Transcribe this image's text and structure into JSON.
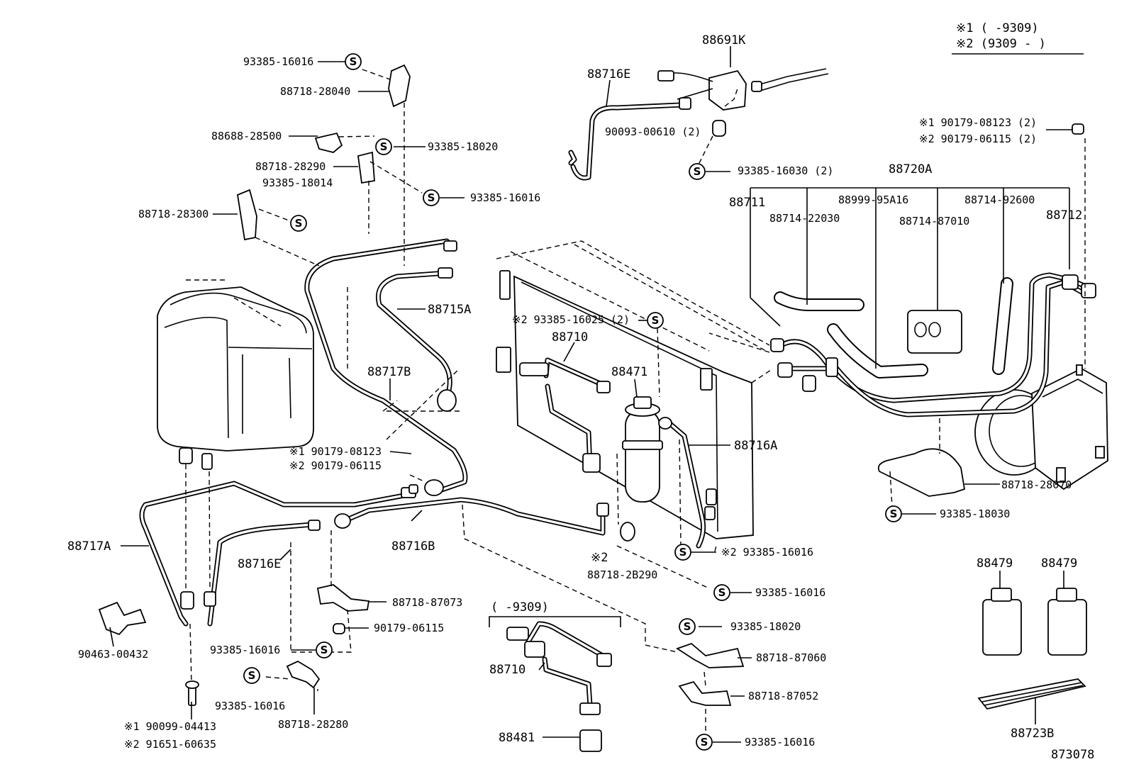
{
  "legend": {
    "line1": "※1 (      -9309)",
    "line2": "※2 (9309 -      )"
  },
  "seal_symbol": "S",
  "labels": {
    "p93385_16016_a": "93385-16016",
    "p88718_28040": "88718-28040",
    "p88688_28500": "88688-28500",
    "p93385_18020_a": "93385-18020",
    "p88718_28290": "88718-28290",
    "p93385_18014": "93385-18014",
    "p93385_16016_b": "93385-16016",
    "p88718_28300": "88718-28300",
    "p88715A": "88715A",
    "p88717B": "88717B",
    "p90179_08123_m1": "※1  90179-08123",
    "p90179_06115_m2": "※2  90179-06115",
    "p88717A": "88717A",
    "p88716E_bottom": "88716E",
    "p88716B": "88716B",
    "p90463_00432": "90463-00432",
    "p90099_04413": "※1  90099-04413",
    "p91651_60635": "※2  91651-60635",
    "p93385_16016_c": "93385-16016",
    "p93385_16016_d": "93385-16016",
    "p88718_28280": "88718-28280",
    "p88718_87073": "88718-87073",
    "p90179_06115": "90179-06115",
    "p88691K": "88691K",
    "p88716E_top": "88716E",
    "p90093_00610": "90093-00610 (2)",
    "p93385_16030": "93385-16030 (2)",
    "p93385_16025": "※2  93385-16025 (2)",
    "p88710_upper": "88710",
    "p88471": "88471",
    "p88716A": "88716A",
    "p93385_16016_e": "※2  93385-16016",
    "p88718_2B290_mark": "※2",
    "p88718_2B290": "88718-2B290",
    "p93385_16016_f": "93385-16016",
    "p9309_bracket": "(      -9309)",
    "p88710_lower": "88710",
    "p88481": "88481",
    "p93385_18020_b": "93385-18020",
    "p88718_87060": "88718-87060",
    "p88718_87052": "88718-87052",
    "p93385_16016_g": "93385-16016",
    "p90179_08123_m1r": "※1  90179-08123 (2)",
    "p90179_06115_m2r": "※2  90179-06115 (2)",
    "p88720A": "88720A",
    "p88711": "88711",
    "p88714_22030": "88714-22030",
    "p88999_95A16": "88999-95A16",
    "p88714_87010": "88714-87010",
    "p88714_92600": "88714-92600",
    "p88712": "88712",
    "p88718_28070": "88718-28070",
    "p93385_18030": "93385-18030",
    "p88479_a": "88479",
    "p88479_b": "88479",
    "p88723B": "88723B",
    "p873078": "873078"
  }
}
